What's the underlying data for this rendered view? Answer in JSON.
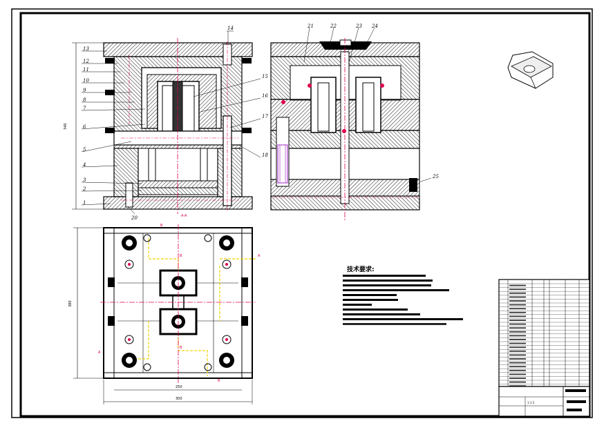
{
  "callouts_left": [
    "13",
    "12",
    "11",
    "10",
    "9",
    "8",
    "7",
    "6",
    "5",
    "4",
    "3",
    "2",
    "1"
  ],
  "callouts_top": [
    "14",
    "15",
    "16",
    "17",
    "18"
  ],
  "callouts_right": [
    "21",
    "22",
    "23",
    "24",
    "25"
  ],
  "callout_20": "20",
  "dimensions": {
    "height_340": "340",
    "plan_height": "380",
    "width_250": "250",
    "width_300": "300"
  },
  "section_labels": {
    "aa": "A-A",
    "a": "A",
    "b": "B"
  },
  "tech_requirements_title": "技术要求:",
  "title_block": {
    "scale": "1:1.5"
  },
  "colors": {
    "outline": "#000000",
    "centerline": "#e0004a",
    "hidden": "#f0d000",
    "accent": "#b04ad0"
  }
}
